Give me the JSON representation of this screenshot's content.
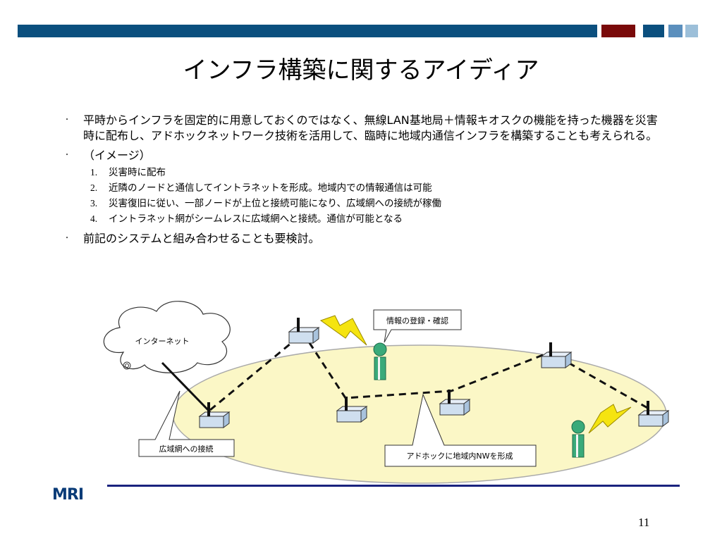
{
  "title": "インフラ構築に関するアイディア",
  "bullets": [
    "平時からインフラを固定的に用意しておくのではなく、無線LAN基地局＋情報キオスクの機能を持った機器を災害時に配布し、アドホックネットワーク技術を活用して、臨時に地域内通信インフラを構築することも考えられる。",
    "（イメージ）",
    "前記のシステムと組み合わせることも要検討。"
  ],
  "steps": [
    {
      "num": "1.",
      "text": "災害時に配布"
    },
    {
      "num": "2.",
      "text": "近隣のノードと通信してイントラネットを形成。地域内での情報通信は可能"
    },
    {
      "num": "3.",
      "text": "災害復旧に従い、一部ノードが上位と接続可能になり、広域網への接続が稼働"
    },
    {
      "num": "4.",
      "text": "イントラネット網がシームレスに広域網へと接続。通信が可能となる"
    }
  ],
  "diagram": {
    "cloud_label": "インターネット",
    "callout_info": "情報の登録・確認",
    "callout_wan": "広域網への接続",
    "callout_adhoc": "アドホックに地域内NWを形成"
  },
  "footer": {
    "logo": "MRI",
    "page_number": "11"
  },
  "colors": {
    "bar": "#0b4f7e",
    "accent_red": "#7a0a0a",
    "ellipse": "#fbf7c6",
    "person": "#3aaa7a",
    "lightning": "#f5e410"
  }
}
